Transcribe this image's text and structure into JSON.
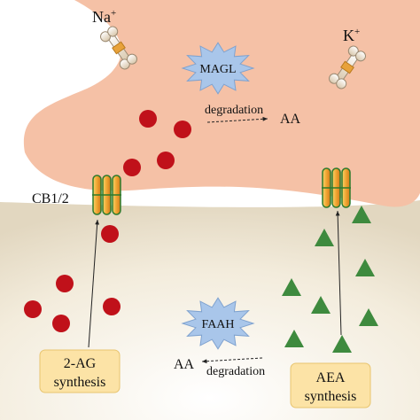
{
  "ions": {
    "sodium": "Na",
    "sodium_charge": "+",
    "potassium": "K",
    "potassium_charge": "+"
  },
  "enzymes": {
    "magl": "MAGL",
    "faah": "FAAH"
  },
  "reactions": {
    "top_degradation": "degradation",
    "top_product": "AA",
    "bottom_degradation": "degradation",
    "bottom_product": "AA"
  },
  "receptor_label": "CB1/2",
  "synthesis_boxes": {
    "left_line1": "2-AG",
    "left_line2": "synthesis",
    "right_line1": "AEA",
    "right_line2": "synthesis"
  },
  "colors": {
    "presynaptic": "#F5C1A6",
    "postsynaptic": "#F1E9D6",
    "molecule_2ag": "#C0111A",
    "molecule_aea": "#3E8A3E",
    "enzyme_fill": "#A9C6EA",
    "synthesis_box": "#FCE3A6",
    "receptor_fill": "#F0A531",
    "receptor_outline": "#2C7A2C"
  }
}
